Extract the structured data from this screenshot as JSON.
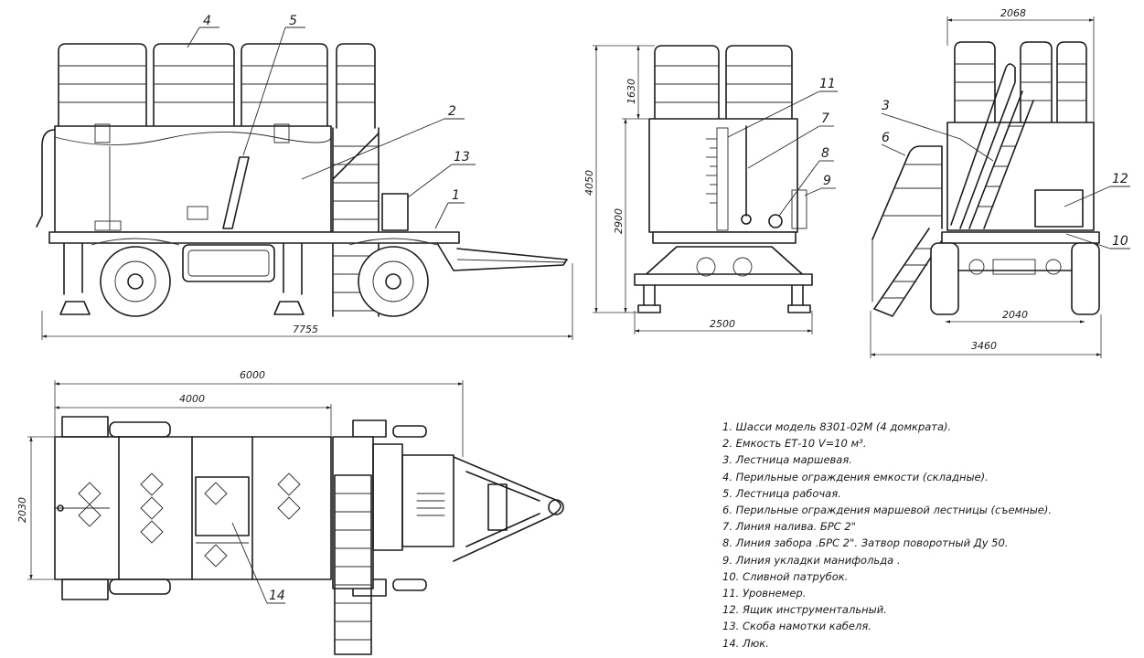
{
  "dimensions": {
    "side_length": "7755",
    "front_width": "2500",
    "front_height_total": "4050",
    "front_height_body": "2900",
    "front_height_rail": "1630",
    "rear_top_width": "2068",
    "rear_track": "2040",
    "rear_overall_width": "3460",
    "plan_length": "6000",
    "plan_tank_length": "4000",
    "plan_width": "2030"
  },
  "callouts": {
    "c1": "1",
    "c2": "2",
    "c3": "3",
    "c4": "4",
    "c5": "5",
    "c6": "6",
    "c7": "7",
    "c8": "8",
    "c9": "9",
    "c10": "10",
    "c11": "11",
    "c12": "12",
    "c13": "13",
    "c14": "14"
  },
  "legend": [
    "1. Шасси модель 8301-02М (4 домкрата).",
    "2. Емкость ЕТ-10 V=10 м³.",
    "3. Лестница маршевая.",
    "4. Перильные ограждения емкости (складные).",
    "5. Лестница рабочая.",
    "6. Перильные ограждения маршевой лестницы (съемные).",
    "7. Линия налива. БРС 2\"",
    "8. Линия забора .БРС 2\". Затвор поворотный Ду 50.",
    "9. Линия укладки манифольда .",
    "10. Сливной патрубок.",
    "11. Уровнемер.",
    "12. Ящик инструментальный.",
    "13. Скоба намотки кабеля.",
    "14. Люк."
  ]
}
